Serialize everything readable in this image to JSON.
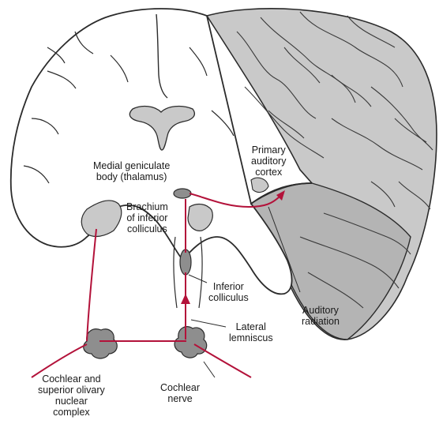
{
  "colors": {
    "pathway": "#b3123a",
    "outline": "#2b2b2b",
    "cortex_shade": "#c9c9c9",
    "nucleus_fill": "#8e8e8e",
    "background": "#ffffff"
  },
  "labels": {
    "medial_geniculate": [
      "Medial geniculate",
      "body (thalamus)"
    ],
    "primary_auditory_cortex": [
      "Primary",
      "auditory",
      "cortex"
    ],
    "brachium": [
      "Brachium",
      "of inferior",
      "colliculus"
    ],
    "inferior_colliculus": [
      "Inferior",
      "colliculus"
    ],
    "auditory_radiation": [
      "Auditory",
      "radiation"
    ],
    "lateral_lemniscus": [
      "Lateral",
      "lemniscus"
    ],
    "cochlear_complex": [
      "Cochlear and",
      "superior olivary",
      "nuclear",
      "complex"
    ],
    "cochlear_nerve": [
      "Cochlear",
      "nerve"
    ]
  }
}
